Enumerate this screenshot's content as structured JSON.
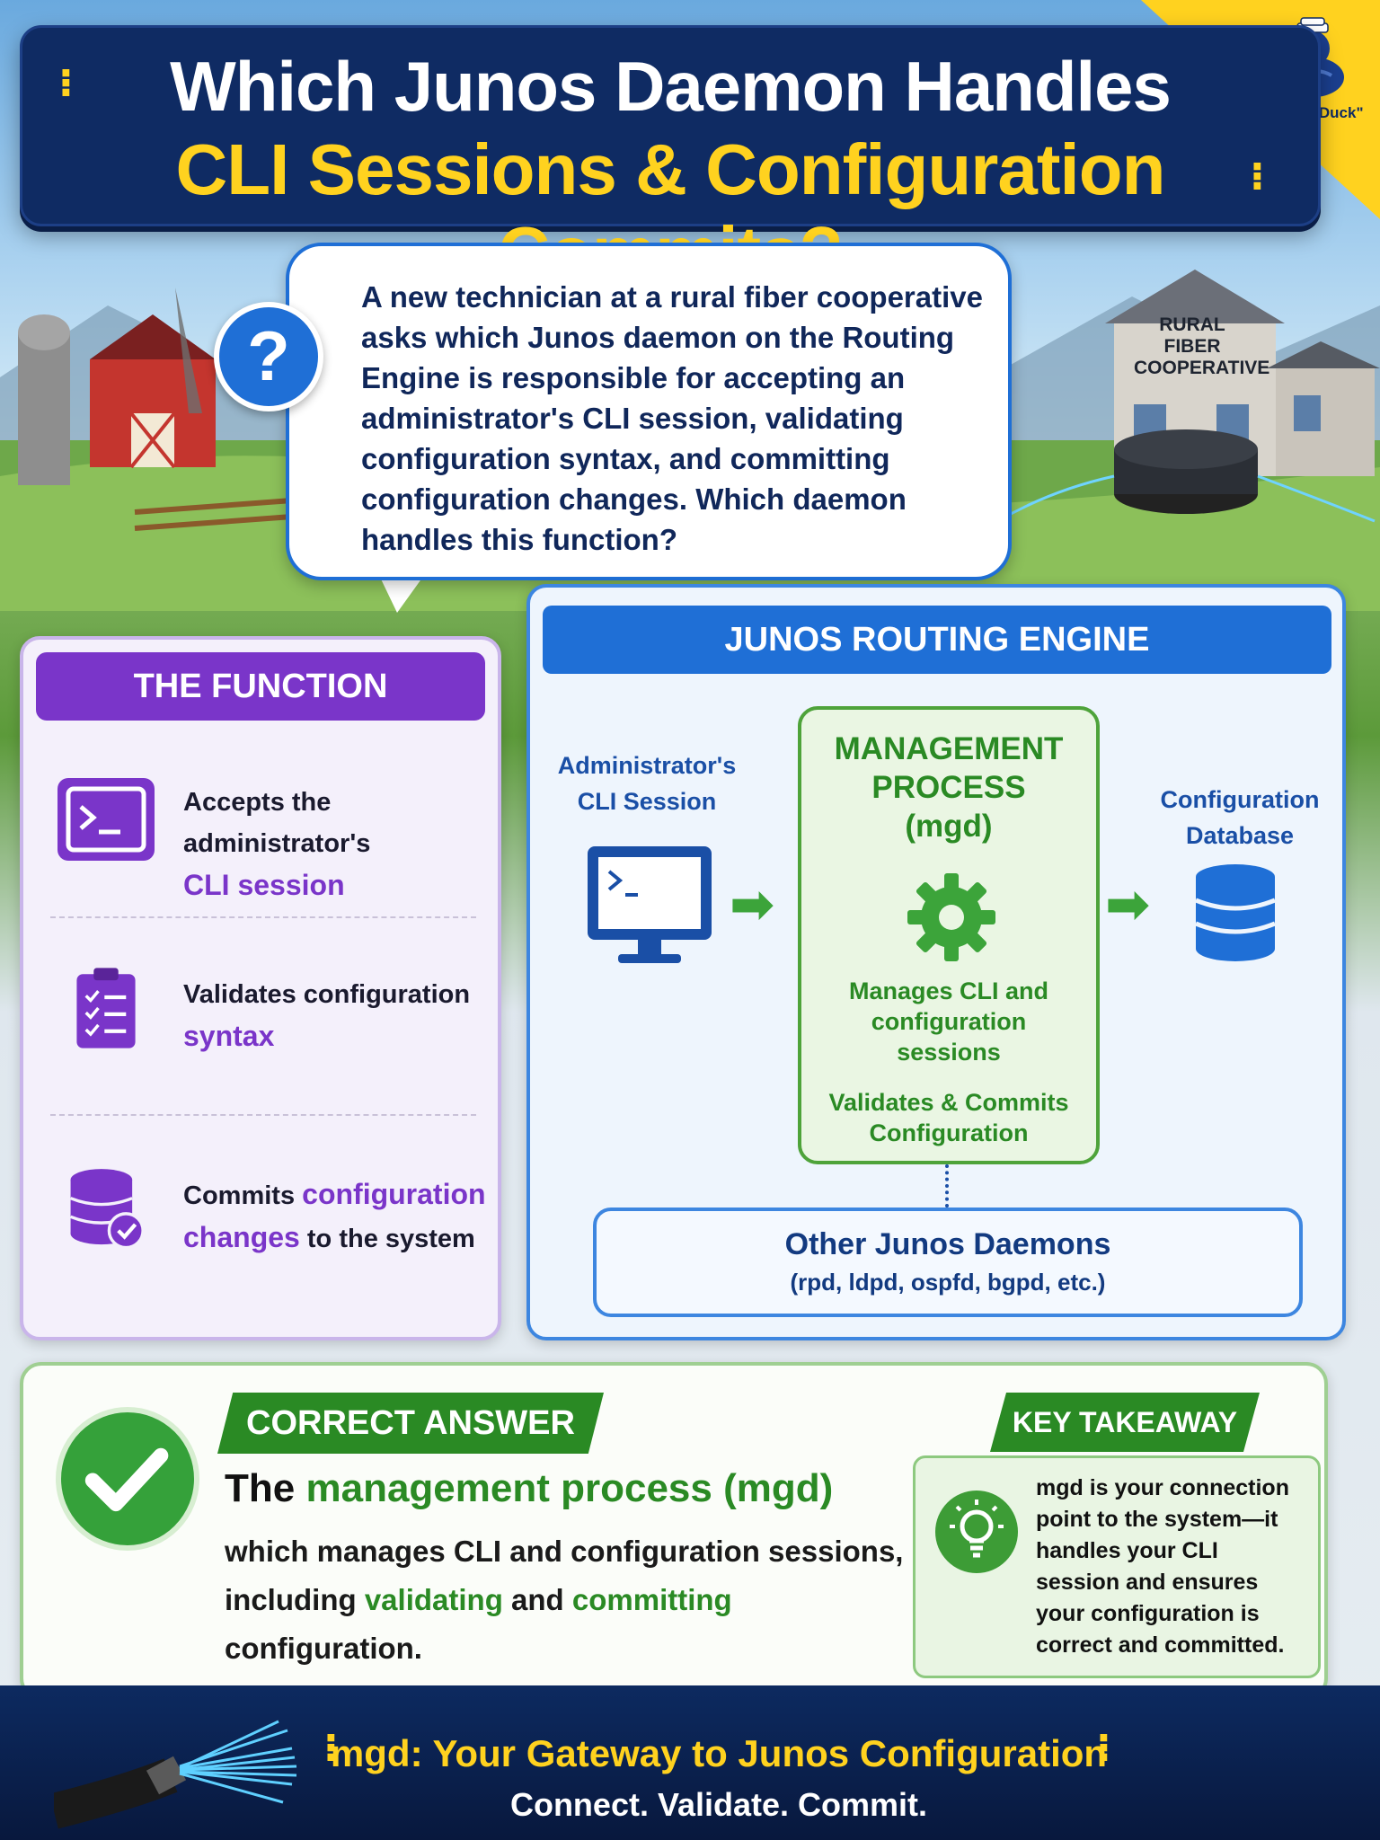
{
  "header": {
    "title_line1": "Which Junos Daemon Handles",
    "title_line2": "CLI Sessions & Configuration Commits?",
    "mascot_label": "\"Navy Duck\""
  },
  "scene": {
    "building_sign": "RURAL FIBER COOPERATIVE"
  },
  "question": {
    "icon": "question-mark-icon",
    "text": "A new technician at a rural fiber cooperative asks which Junos daemon on the Routing Engine is responsible for accepting an administrator's CLI session, validating configuration syntax, and committing configuration changes. Which daemon handles this function?"
  },
  "function_panel": {
    "title": "THE FUNCTION",
    "items": [
      {
        "icon": "terminal-icon",
        "text_before": "Accepts the administrator's",
        "highlight": "CLI session",
        "text_after": ""
      },
      {
        "icon": "clipboard-checklist-icon",
        "text_before": "Validates configuration",
        "highlight": "syntax",
        "text_after": ""
      },
      {
        "icon": "database-check-icon",
        "text_before": "Commits",
        "highlight": "configuration changes",
        "text_after": "to the system"
      }
    ]
  },
  "engine_panel": {
    "title": "JUNOS ROUTING ENGINE",
    "cli_label": "Administrator's CLI Session",
    "db_label": "Configuration Database",
    "mgd": {
      "title_line1": "MANAGEMENT",
      "title_line2": "PROCESS",
      "title_line3": "(mgd)",
      "desc1": "Manages CLI and configuration sessions",
      "desc2": "Validates & Commits Configuration"
    },
    "other": {
      "title": "Other Junos Daemons",
      "subtitle": "(rpd, ldpd, ospfd, bgpd, etc.)"
    }
  },
  "answer": {
    "badge": "CORRECT ANSWER",
    "main_prefix": "The",
    "main_highlight": "management process (mgd)",
    "detail_line1": "which manages CLI and configuration sessions,",
    "detail_line2_a": "including",
    "detail_line2_b": "validating",
    "detail_line2_c": "and",
    "detail_line2_d": "committing",
    "detail_line2_e": "configuration."
  },
  "takeaway": {
    "badge": "KEY TAKEAWAY",
    "text": "mgd is your connection point to the system—it handles your CLI session and ensures your configuration is correct and committed."
  },
  "footer": {
    "title": "mgd: Your Gateway to Junos Configuration",
    "subtitle": "Connect. Validate. Commit."
  },
  "colors": {
    "navy": "#0f2b63",
    "gold": "#ffd21f",
    "purple": "#7a35c9",
    "blue": "#1f6fd6",
    "green": "#2a8a24"
  }
}
